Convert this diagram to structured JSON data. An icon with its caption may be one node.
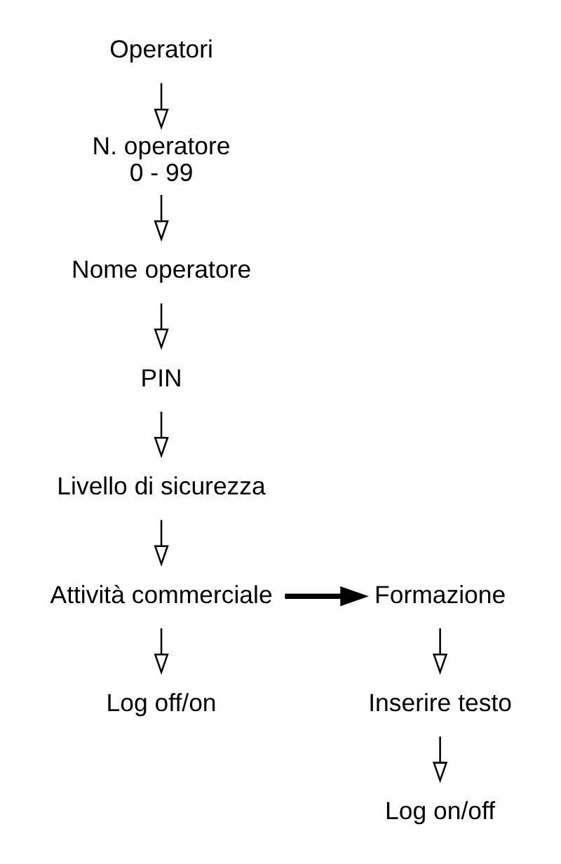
{
  "diagram": {
    "nodes": [
      {
        "text": [
          "Operatori"
        ]
      },
      {
        "text": [
          "N. operatore",
          "0 - 99"
        ]
      },
      {
        "text": [
          "Nome operatore"
        ]
      },
      {
        "text": [
          "PIN"
        ]
      },
      {
        "text": [
          "Livello di sicurezza"
        ]
      },
      {
        "text": [
          "Attività commerciale"
        ]
      },
      {
        "text": [
          "Formazione"
        ]
      },
      {
        "text": [
          "Inserire testo"
        ]
      },
      {
        "text": [
          "Log on/off"
        ]
      },
      {
        "text": [
          "Log off/on"
        ]
      }
    ],
    "edges": [
      {
        "from": 0,
        "to": 1,
        "arrow": "to"
      },
      {
        "from": 1,
        "to": 2,
        "arrow": "to"
      },
      {
        "from": 2,
        "to": 3,
        "arrow": "to"
      },
      {
        "from": 3,
        "to": 4,
        "arrow": "to"
      },
      {
        "from": 4,
        "to": 5,
        "arrow": "to"
      },
      {
        "from": 5,
        "to": 6,
        "arrow": "to",
        "style": "thick"
      },
      {
        "from": 6,
        "to": 7,
        "arrow": "to"
      },
      {
        "from": 7,
        "to": 8,
        "arrow": "to"
      },
      {
        "from": 5,
        "to": 9,
        "arrow": "to"
      }
    ]
  }
}
